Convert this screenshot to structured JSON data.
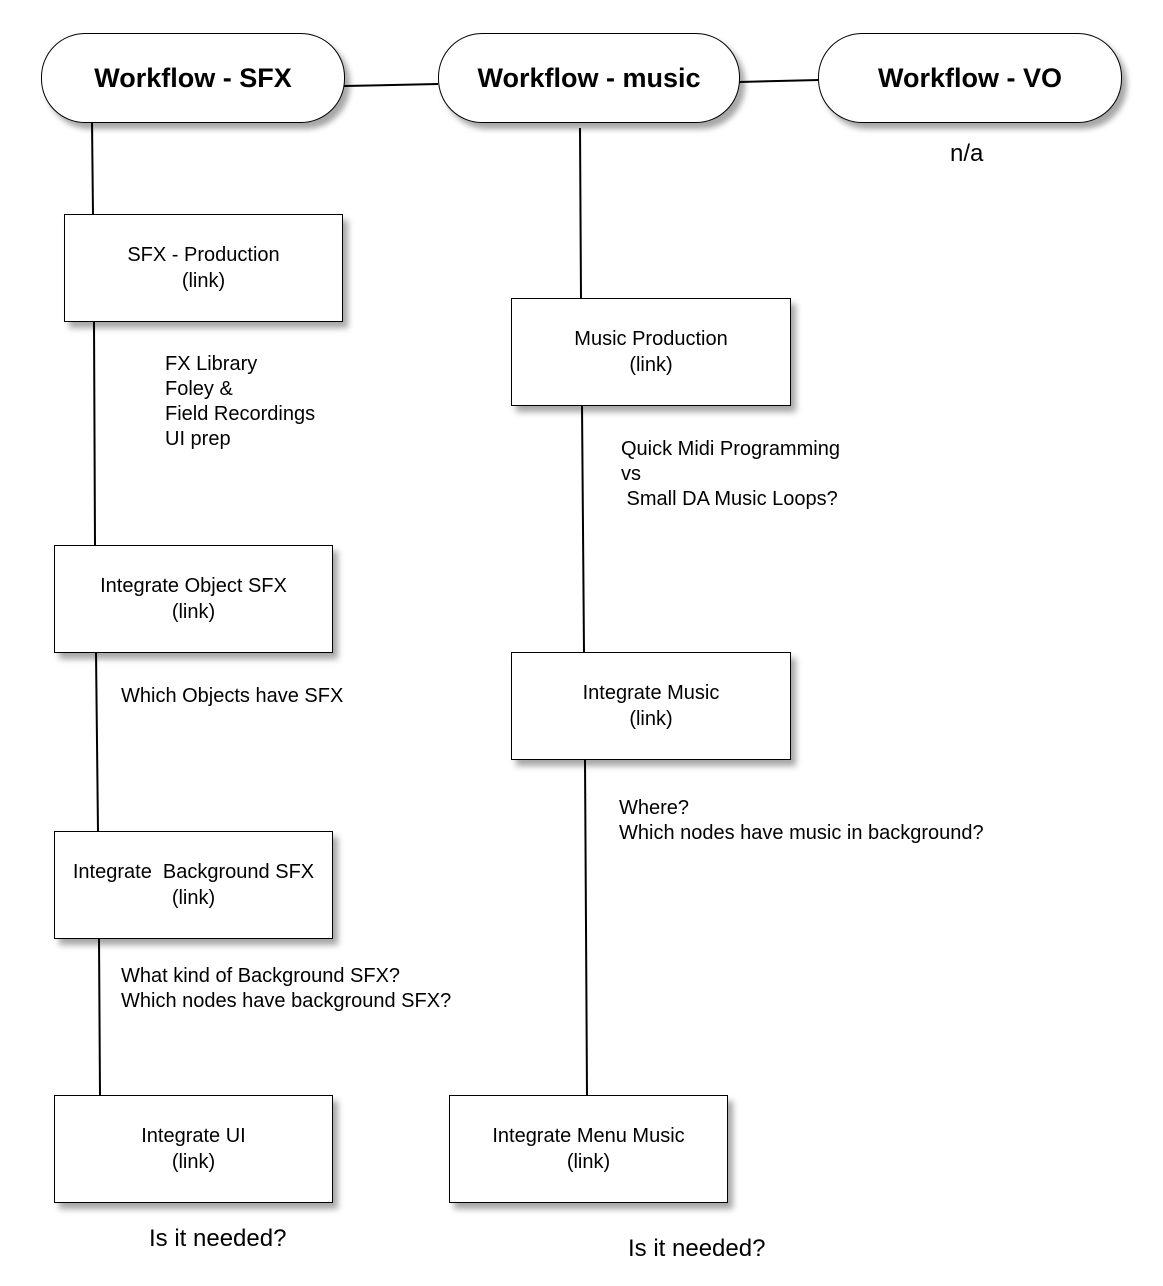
{
  "workflows": {
    "sfx": "Workflow - SFX",
    "music": "Workflow - music",
    "vo": "Workflow - VO",
    "vo_note": "n/a"
  },
  "sfx_column": {
    "production": {
      "title": "SFX - Production",
      "link": "(link)"
    },
    "production_note": "FX Library\nFoley &\nField Recordings\nUI prep",
    "object": {
      "title": "Integrate Object SFX",
      "link": "(link)"
    },
    "object_note": "Which Objects have SFX",
    "background": {
      "title": "Integrate  Background SFX",
      "link": "(link)"
    },
    "background_note": "What kind of Background SFX?\nWhich nodes have background SFX?",
    "ui": {
      "title": "Integrate UI",
      "link": "(link)"
    },
    "ui_note": "Is it needed?"
  },
  "music_column": {
    "production": {
      "title": "Music Production",
      "link": "(link)"
    },
    "production_note": "Quick Midi Programming\nvs\n Small DA Music Loops?",
    "integrate": {
      "title": "Integrate Music",
      "link": "(link)"
    },
    "integrate_note": "Where?\nWhich nodes have music in background?",
    "menu": {
      "title": "Integrate Menu Music",
      "link": "(link)"
    },
    "menu_note": "Is it needed?"
  }
}
